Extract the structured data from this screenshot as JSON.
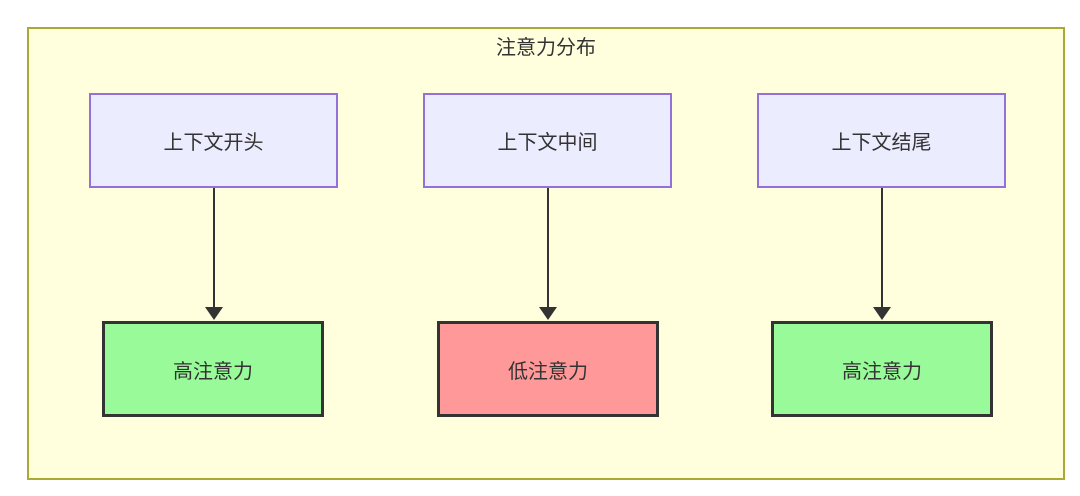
{
  "diagram": {
    "title": "注意力分布",
    "type": "flowchart",
    "columns": [
      {
        "source": "上下文开头",
        "result": "高注意力",
        "level": "high"
      },
      {
        "source": "上下文中间",
        "result": "低注意力",
        "level": "low"
      },
      {
        "source": "上下文结尾",
        "result": "高注意力",
        "level": "high"
      }
    ],
    "edges": [
      {
        "from": "上下文开头",
        "to": "高注意力"
      },
      {
        "from": "上下文中间",
        "to": "低注意力"
      },
      {
        "from": "上下文结尾",
        "to": "高注意力"
      }
    ],
    "colors": {
      "cluster_fill": "#ffffde",
      "cluster_border": "#aaaa33",
      "source_node_fill": "#ececff",
      "source_node_border": "#9370db",
      "high_attention_fill": "#99fa99",
      "low_attention_fill": "#ff9999",
      "result_node_border": "#333333",
      "arrow": "#333333",
      "text": "#333333"
    }
  }
}
